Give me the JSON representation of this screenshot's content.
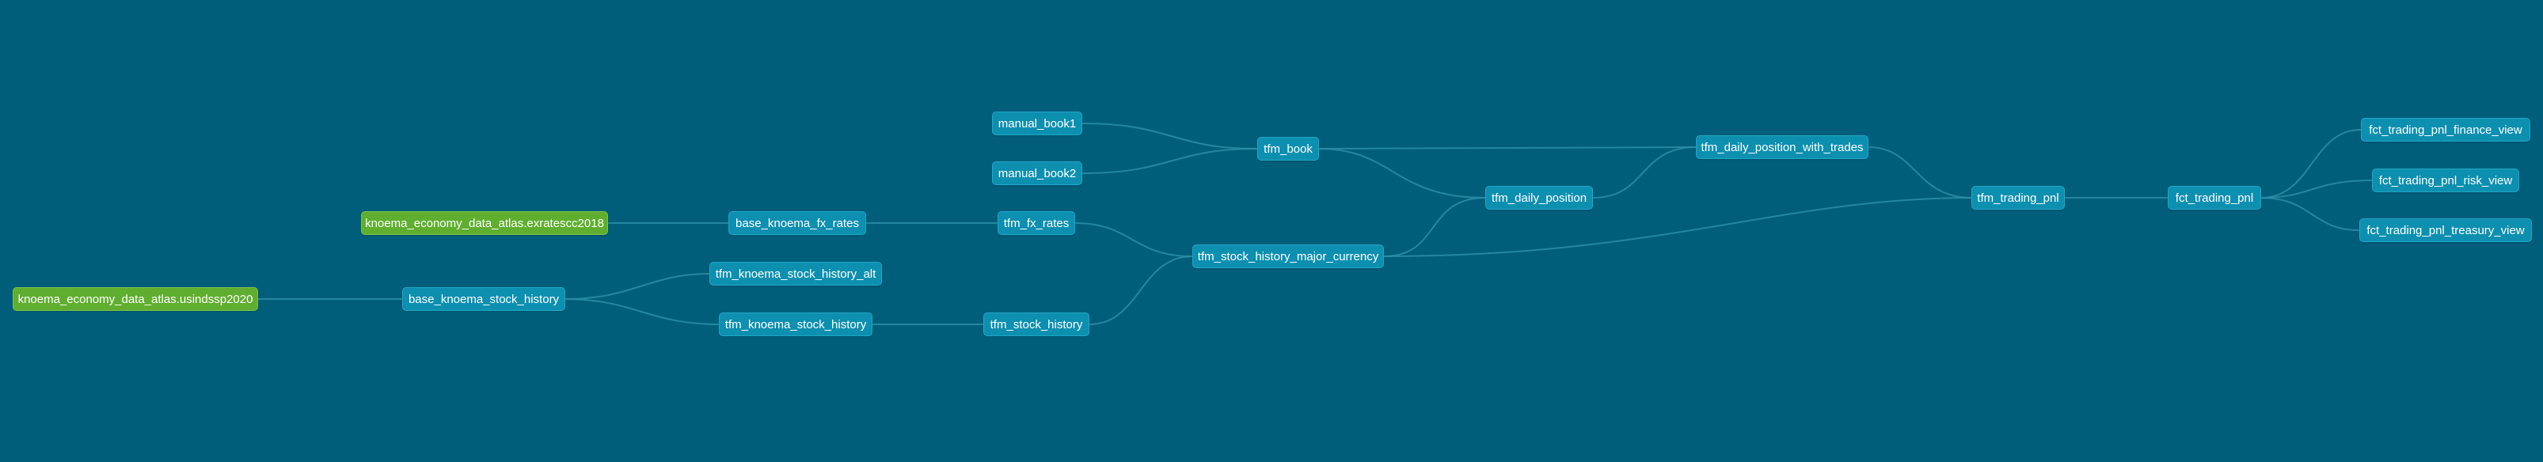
{
  "graph": {
    "sources": [
      "knoema_economy_data_atlas.exratescc2018",
      "knoema_economy_data_atlas.usindssp2020"
    ],
    "models": [
      "manual_book1",
      "manual_book2",
      "tfm_book",
      "base_knoema_fx_rates",
      "tfm_fx_rates",
      "tfm_knoema_stock_history_alt",
      "base_knoema_stock_history",
      "tfm_knoema_stock_history",
      "tfm_stock_history",
      "tfm_stock_history_major_currency",
      "tfm_daily_position",
      "tfm_daily_position_with_trades",
      "tfm_trading_pnl",
      "fct_trading_pnl",
      "fct_trading_pnl_finance_view",
      "fct_trading_pnl_risk_view",
      "fct_trading_pnl_treasury_view"
    ]
  }
}
